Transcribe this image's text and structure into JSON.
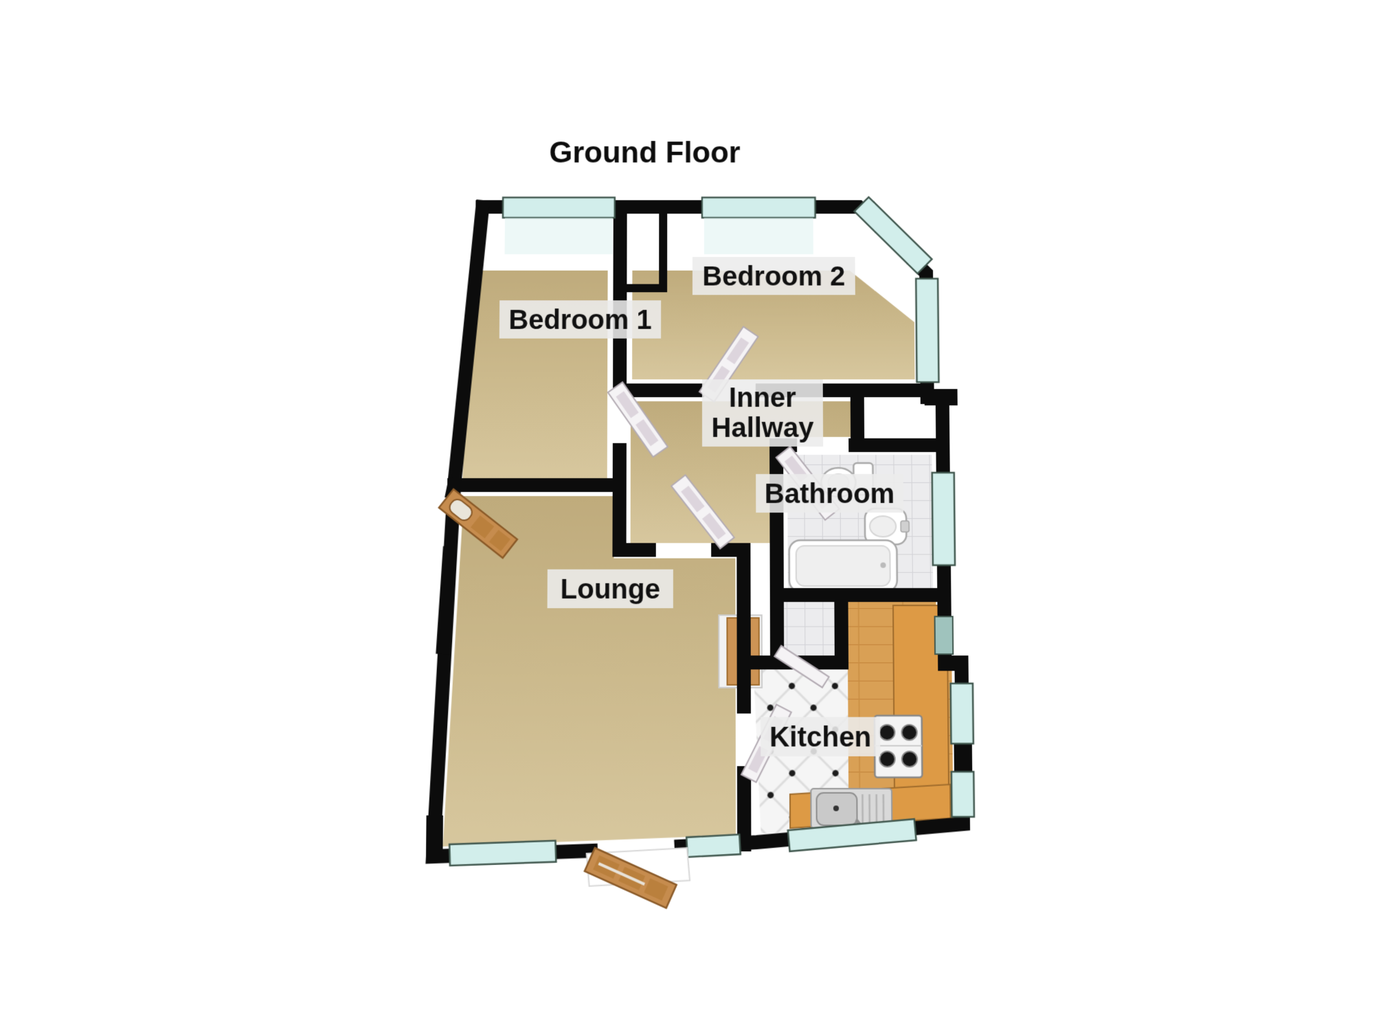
{
  "labels": {
    "title": "Ground Floor",
    "bedroom1": "Bedroom 1",
    "bedroom2": "Bedroom 2",
    "inner_hallway_line1": "Inner",
    "inner_hallway_line2": "Hallway",
    "bathroom": "Bathroom",
    "lounge": "Lounge",
    "kitchen": "Kitchen"
  },
  "rooms": [
    {
      "name": "Bedroom 1",
      "floor": "carpet-beige",
      "features": [
        "window-north",
        "door-to-inner-hallway"
      ]
    },
    {
      "name": "Bedroom 2",
      "floor": "carpet-beige",
      "features": [
        "window-north",
        "angled-bay-corner-window",
        "window-east",
        "door-to-inner-hallway"
      ]
    },
    {
      "name": "Inner Hallway",
      "floor": "carpet-beige",
      "features": [
        "door-to-bedroom1",
        "door-to-bedroom2",
        "door-to-bathroom",
        "door-to-lounge"
      ]
    },
    {
      "name": "Bathroom",
      "floor": "white-tile",
      "fixtures": [
        "toilet",
        "wash-basin",
        "bathtub"
      ],
      "features": [
        "window-east"
      ]
    },
    {
      "name": "Lounge",
      "floor": "carpet-beige",
      "fixtures": [
        "sideboard"
      ],
      "features": [
        "front-door-south",
        "side-door-west",
        "window-south-left",
        "window-south-right",
        "door-to-kitchen"
      ]
    },
    {
      "name": "Kitchen",
      "floor": "diamond-tile-and-wood",
      "fixtures": [
        "sink-unit",
        "gas-hob",
        "worktops",
        "store-cupboard"
      ],
      "features": [
        "window-east-upper",
        "window-east-lower",
        "window-south"
      ]
    }
  ],
  "colors": {
    "wall": "#0c0c0c",
    "carpet": "#cbb98c",
    "window_glass": "#d2eeeb",
    "worktop_orange": "#dd9a45",
    "kitchen_wood": "#d9a055",
    "label_background": "#ececec",
    "label_text": "#111111",
    "background": "#ffffff"
  }
}
